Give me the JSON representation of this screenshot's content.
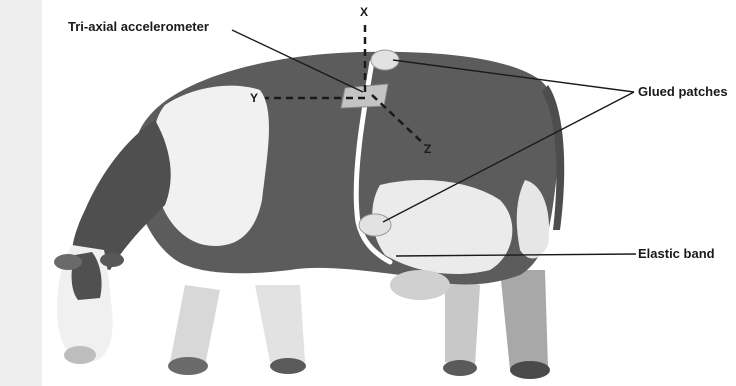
{
  "labels": {
    "accelerometer": "Tri-axial accelerometer",
    "glued_patches": "Glued patches",
    "elastic_band": "Elastic band"
  },
  "axes": {
    "x": "X",
    "y": "Y",
    "z": "Z"
  }
}
